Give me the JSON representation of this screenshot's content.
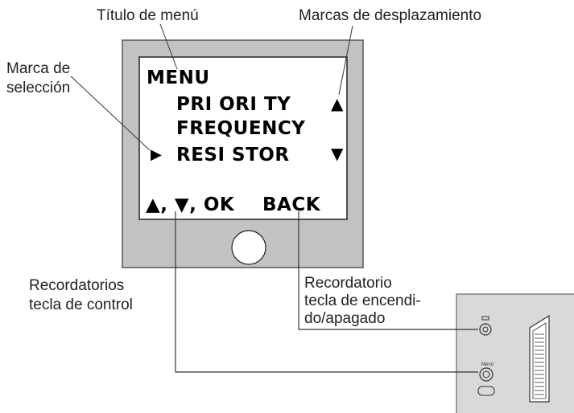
{
  "callouts": {
    "menu_title": "Título de menú",
    "scroll_marks": "Marcas de desplazamiento",
    "selection_mark_line1": "Marca de",
    "selection_mark_line2": "selección",
    "control_key_reminders_line1": "Recordatorios",
    "control_key_reminders_line2": "tecla de control",
    "power_key_reminder_line1": "Recordatorio",
    "power_key_reminder_line2": "tecla de encendi-",
    "power_key_reminder_line3": "do/apagado"
  },
  "lcd": {
    "title": "MENU",
    "items": [
      "PRI ORI TY",
      "FREQUENCY",
      "RESI STOR"
    ],
    "scroll_up_glyph": "▲",
    "scroll_down_glyph": "▼",
    "selection_glyph": "▶",
    "key_hints": "▲, ▼, OK",
    "back_hint": "BACK"
  },
  "device_panel": {
    "menu_button_caption": "Menú"
  },
  "colors": {
    "bezel": "#c2c2c2",
    "panel": "#d9d9d9",
    "line": "#333333",
    "screen": "#ffffff"
  }
}
